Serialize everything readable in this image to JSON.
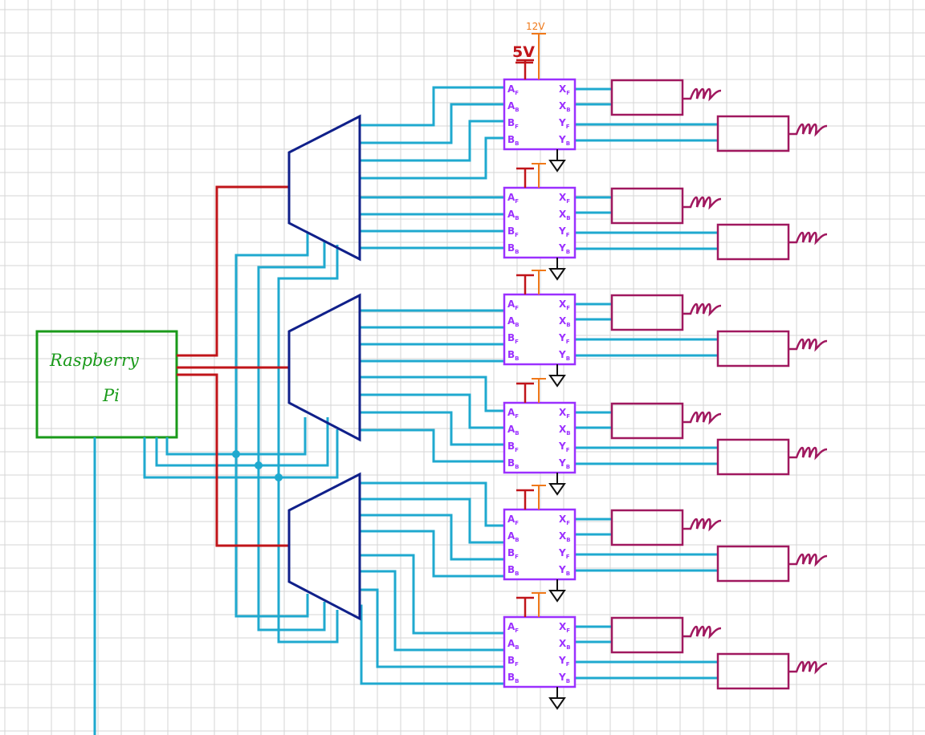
{
  "pi": {
    "label_line1": "Raspberry",
    "label_line2": "Pi"
  },
  "supply": {
    "v5": "5V",
    "v12": "12V"
  },
  "driver_pins": {
    "left": [
      {
        "main": "A",
        "sub": "F"
      },
      {
        "main": "A",
        "sub": "B"
      },
      {
        "main": "B",
        "sub": "F"
      },
      {
        "main": "B",
        "sub": "B"
      }
    ],
    "right": [
      {
        "main": "X",
        "sub": "F"
      },
      {
        "main": "X",
        "sub": "B"
      },
      {
        "main": "Y",
        "sub": "F"
      },
      {
        "main": "Y",
        "sub": "B"
      }
    ]
  },
  "colors": {
    "grid": "#d6d6d6",
    "wire": "#1fa9cf",
    "power": "#c0151a",
    "v12": "#f07818",
    "pi": "#1a9a1a",
    "mux": "#10208a",
    "driver": "#9b30ff",
    "load": "#a0185f",
    "ground": "#111111"
  }
}
